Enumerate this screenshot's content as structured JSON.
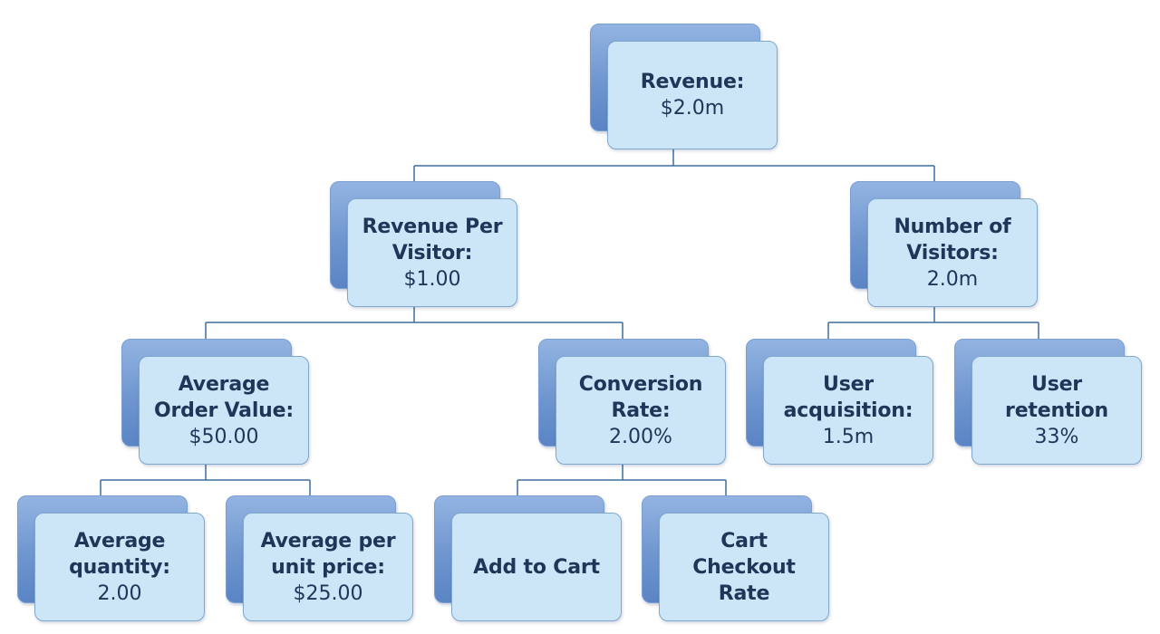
{
  "diagram": {
    "colors": {
      "box_fill": "#cce6f8",
      "box_shadow_fill": "#7a9fd3",
      "box_border": "#7fa8cf",
      "text": "#1f3658",
      "connector": "#3f6f9f"
    },
    "nodes": {
      "revenue": {
        "title": "Revenue:",
        "value": "$2.0m"
      },
      "revenue_per_visitor": {
        "title": "Revenue Per Visitor:",
        "value": "$1.00"
      },
      "number_of_visitors": {
        "title": "Number of Visitors:",
        "value": "2.0m"
      },
      "average_order_value": {
        "title": "Average Order Value:",
        "value": "$50.00"
      },
      "conversion_rate": {
        "title": "Conversion Rate:",
        "value": "2.00%"
      },
      "user_acquisition": {
        "title": "User acquisition:",
        "value": "1.5m"
      },
      "user_retention": {
        "title": "User retention",
        "value": "33%"
      },
      "average_quantity": {
        "title": "Average quantity:",
        "value": "2.00"
      },
      "average_per_unit_price": {
        "title": "Average per unit price:",
        "value": "$25.00"
      },
      "add_to_cart": {
        "title": "Add to Cart",
        "value": ""
      },
      "cart_checkout_rate": {
        "title": "Cart Checkout Rate",
        "value": ""
      }
    }
  }
}
